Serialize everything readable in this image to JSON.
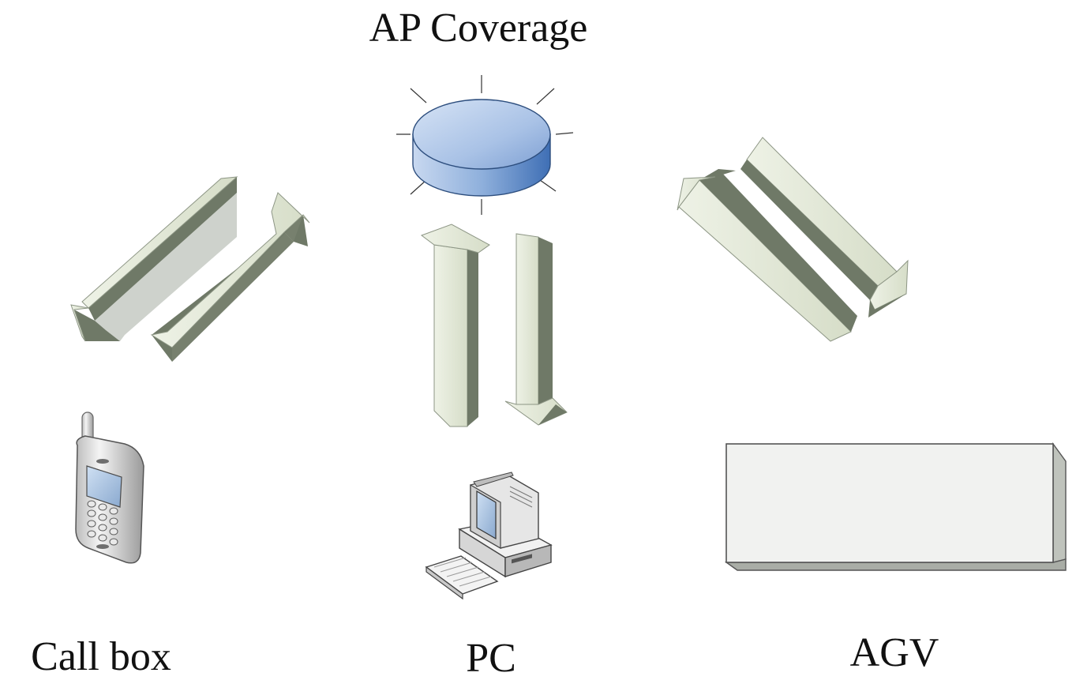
{
  "diagram": {
    "title": "AP Coverage",
    "nodes": {
      "call_box": {
        "label": "Call box",
        "icon": "mobile-phone-icon"
      },
      "pc": {
        "label": "PC",
        "icon": "desktop-computer-icon"
      },
      "agv": {
        "label": "AGV",
        "icon": "agv-box-icon"
      },
      "ap": {
        "icon": "access-point-icon"
      }
    },
    "links": [
      {
        "from": "ap",
        "to": "call_box",
        "direction": "two-way"
      },
      {
        "from": "ap",
        "to": "pc",
        "direction": "two-way"
      },
      {
        "from": "ap",
        "to": "agv",
        "direction": "two-way"
      }
    ],
    "colors": {
      "arrow_face": "#e4ead8",
      "arrow_shade": "#6f7967",
      "arrow_outline": "#8d9685",
      "ap_top": "#a9c2e6",
      "ap_side": "#5b86c4",
      "agv_face": "#f1f2f0",
      "agv_side": "#bfc3bc"
    }
  }
}
